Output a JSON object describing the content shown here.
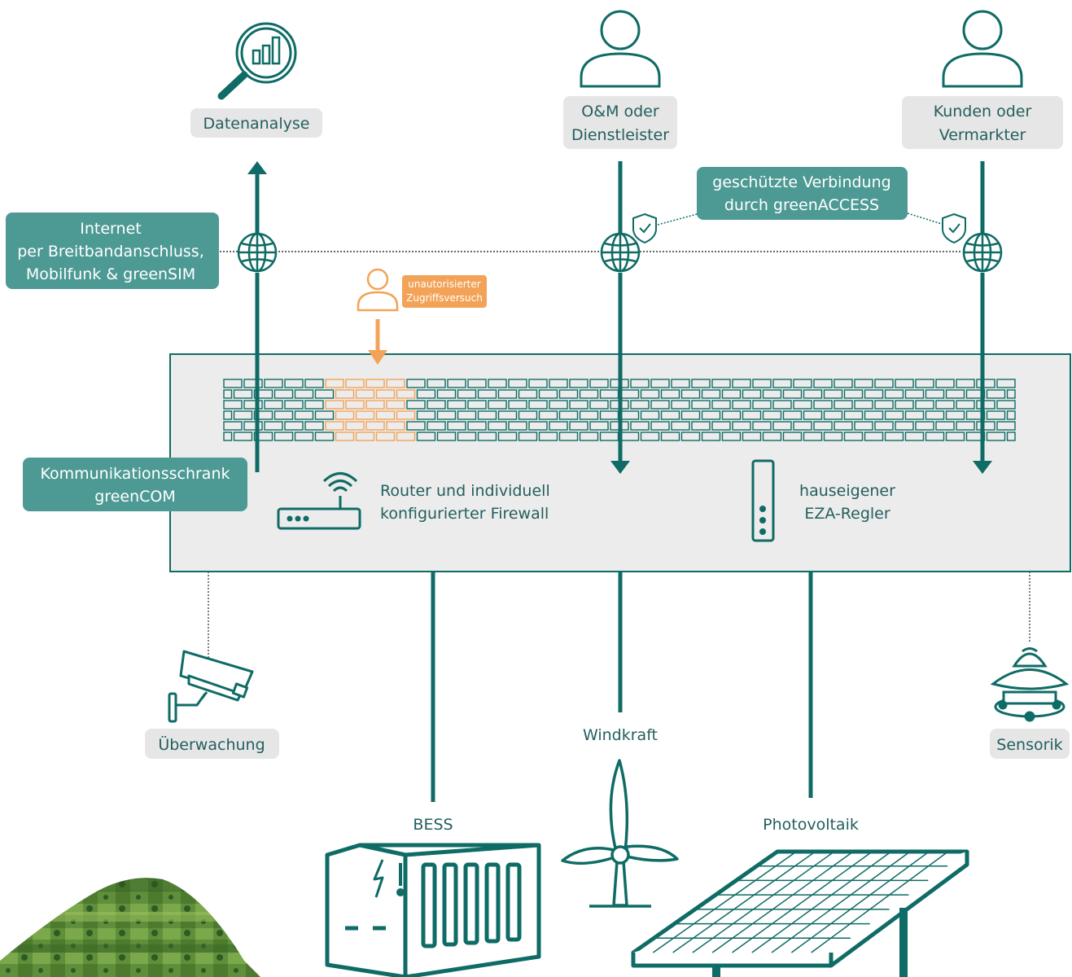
{
  "colors": {
    "teal": "#0f6b65",
    "teal_light": "#4d9a95",
    "orange": "#f3a357",
    "grey_box": "#ececec",
    "label_bg": "#e6e6e6"
  },
  "labels": {
    "data_analysis": "Datenanalyse",
    "om": [
      "O&M oder",
      "Dienstleister"
    ],
    "customer": [
      "Kunden oder",
      "Vermarkter"
    ],
    "protected": [
      "geschützte Verbindung",
      "durch greenACCESS"
    ],
    "internet": [
      "Internet",
      "per Breitbandanschluss,",
      "Mobilfunk & greenSIM"
    ],
    "unauthorized": [
      "unautorisierter",
      "Zugriffsversuch"
    ],
    "cabinet": [
      "Kommunikationsschrank",
      "greenCOM"
    ],
    "router": [
      "Router und individuell",
      "konfigurierter Firewall"
    ],
    "controller": [
      "hauseigener",
      "EZA-Regler"
    ],
    "monitoring": "Überwachung",
    "sensors": "Sensorik",
    "wind": "Windkraft",
    "bess": "BESS",
    "pv": "Photovoltaik"
  },
  "icons": [
    "analytics-magnifier-icon",
    "person-icon",
    "globe-icon",
    "shield-check-icon",
    "firewall-wall-icon",
    "router-icon",
    "controller-icon",
    "camera-icon",
    "sensor-icon",
    "wind-turbine-icon",
    "battery-container-icon",
    "solar-panel-icon"
  ]
}
